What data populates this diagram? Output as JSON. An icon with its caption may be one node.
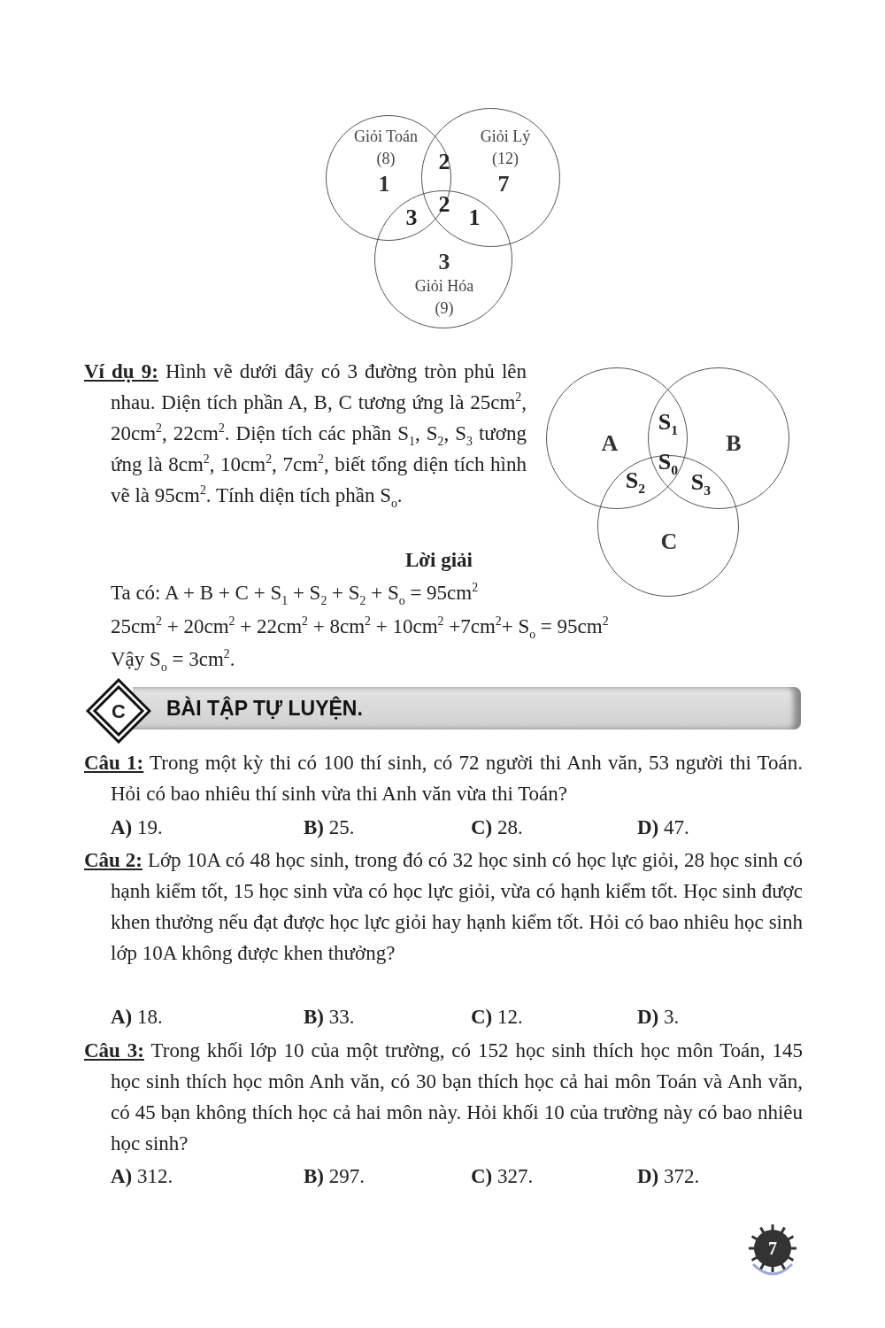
{
  "diagram": {
    "nodes": [
      {
        "text": [
          "Giỏi Toán",
          "(8)",
          "1"
        ]
      },
      {
        "text": [
          "Giỏi Lý",
          "(12)",
          "7"
        ]
      },
      {
        "text": [
          "3",
          "Giỏi Hóa",
          "(9)"
        ]
      },
      {
        "text": [
          "A"
        ]
      },
      {
        "text": [
          "B"
        ]
      },
      {
        "text": [
          "C"
        ]
      },
      {
        "text": [
          "C"
        ]
      },
      {
        "text": [
          "BÀI TẬP TỰ LUYỆN."
        ]
      },
      {
        "text": [
          "7"
        ]
      }
    ],
    "edges": [],
    "labels": [
      "2",
      "3",
      "2",
      "1",
      "Ví dụ 9:",
      "Hình vẽ dưới đây có 3 đường tròn phủ lên nhau. Diện tích phần A, B, C tương ứng là 25cm$^{2}$, 20cm$^{2}$, 22cm$^{2}$. Diện tích các phần S$_{1}$, S$_{2}$, S$_{3}$ tương ứng là 8cm$^{2}$, 10cm$^{2}$, 7cm$^{2}$, biết tổng diện tích hình vẽ là 95cm$^{2}$. Tính diện tích phần S$_{o}$.",
      "S$_{1}$",
      "S$_{0}$",
      "S$_{2}$",
      "S$_{3}$",
      "Lời giải",
      "Ta có: A + B + C + S$_{1}$ + S$_{2}$ + S$_{2}$ + S$_{o}$ = 95cm$^{2}$",
      "25cm$^{2}$ + 20cm$^{2}$ + 22cm$^{2}$ + 8cm$^{2}$ + 10cm$^{2}$ +7cm$^{2}$+ S$_{o}$ = 95cm$^{2}$",
      "Vậy S$_{o}$ = 3cm$^{2}$.",
      "Câu 1:",
      "Trong một kỳ thi có 100 thí sinh, có 72 người thi Anh văn, 53 người thi Toán. Hỏi có bao nhiêu thí sinh vừa thi Anh văn vừa thi Toán?",
      "**A)** 19.",
      "**B)** 25.",
      "**C)** 28.",
      "**D)** 47.",
      "Câu 2:",
      "Lớp 10A có 48 học sinh, trong đó có 32 học sinh có học lực giỏi, 28 học sinh có hạnh kiểm tốt, 15 học sinh vừa có học lực giỏi, vừa có hạnh kiểm tốt. Học sinh được khen thưởng nếu đạt được học lực giỏi hay hạnh kiểm tốt. Hỏi có bao nhiêu học sinh lớp 10A không được khen thưởng?",
      "**A)** 18.",
      "**B)** 33.",
      "**C)** 12.",
      "**D)** 3.",
      "Câu 3:",
      "Trong khối lớp 10 của một trường, có 152 học sinh thích học môn Toán, 145 học sinh thích học môn Anh văn, có 30 bạn thích học cả hai môn Toán và Anh văn, có 45 bạn không thích học cả hai môn này. Hỏi khối 10 của trường này có bao nhiêu học sinh?",
      "**A)** 312.",
      "**B)** 297.",
      "**C)** 327.",
      "**D)** 372."
    ]
  }
}
